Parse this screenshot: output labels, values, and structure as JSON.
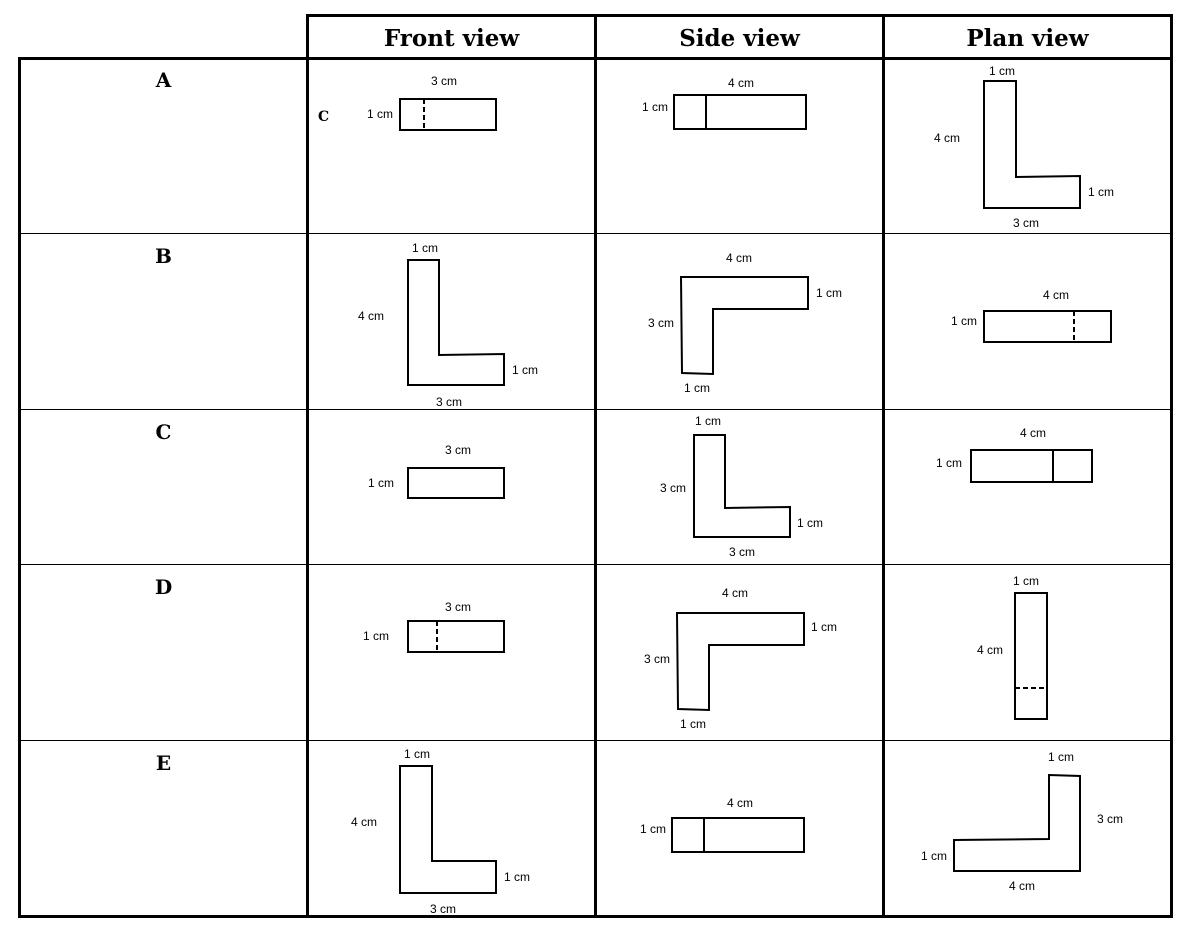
{
  "headers": [
    "Front view",
    "Side view",
    "Plan view"
  ],
  "rows": [
    {
      "label": "A",
      "stray_letter": "C",
      "front": [
        "3 cm",
        "1 cm"
      ],
      "side": [
        "4 cm",
        "1 cm"
      ],
      "plan": [
        "1 cm",
        "4 cm",
        "1 cm",
        "3 cm"
      ]
    },
    {
      "label": "B",
      "front": [
        "1 cm",
        "4 cm",
        "1 cm",
        "3 cm"
      ],
      "side": [
        "4 cm",
        "1 cm",
        "3 cm",
        "1 cm"
      ],
      "plan": [
        "4 cm",
        "1 cm"
      ]
    },
    {
      "label": "C",
      "front": [
        "3 cm",
        "1 cm"
      ],
      "side": [
        "1 cm",
        "3 cm",
        "1 cm",
        "3 cm"
      ],
      "plan": [
        "4 cm",
        "1 cm"
      ]
    },
    {
      "label": "D",
      "front": [
        "3 cm",
        "1 cm"
      ],
      "side": [
        "4 cm",
        "1 cm",
        "3 cm",
        "1 cm"
      ],
      "plan": [
        "1 cm",
        "4 cm"
      ]
    },
    {
      "label": "E",
      "front": [
        "1 cm",
        "4 cm",
        "1 cm",
        "3 cm"
      ],
      "side": [
        "4 cm",
        "1 cm"
      ],
      "plan": [
        "1 cm",
        "3 cm",
        "1 cm",
        "4 cm"
      ]
    }
  ]
}
